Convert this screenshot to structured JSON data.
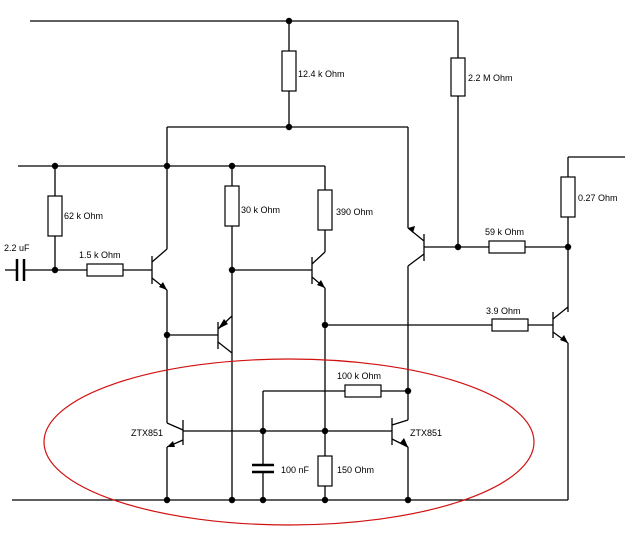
{
  "components": {
    "cap_input": "2.2 uF",
    "r_input": "1.5 k Ohm",
    "r_bias_left": "62 k Ohm",
    "r_top": "12.4 k Ohm",
    "r_feedback_top": "2.2 M Ohm",
    "r_mid_left": "30 k Ohm",
    "r_mid_right": "390  Ohm",
    "r_output_series": "59 k Ohm",
    "r_output_top": "0.27  Ohm",
    "r_output_base": "3.9  Ohm",
    "r_bottom_feedback": "100 k Ohm",
    "cap_bottom": "100 nF",
    "r_bottom": "150  Ohm",
    "transistor_left": "ZTX851",
    "transistor_right": "ZTX851"
  },
  "colors": {
    "wire": "#000000",
    "highlight_ellipse": "#d11010"
  }
}
